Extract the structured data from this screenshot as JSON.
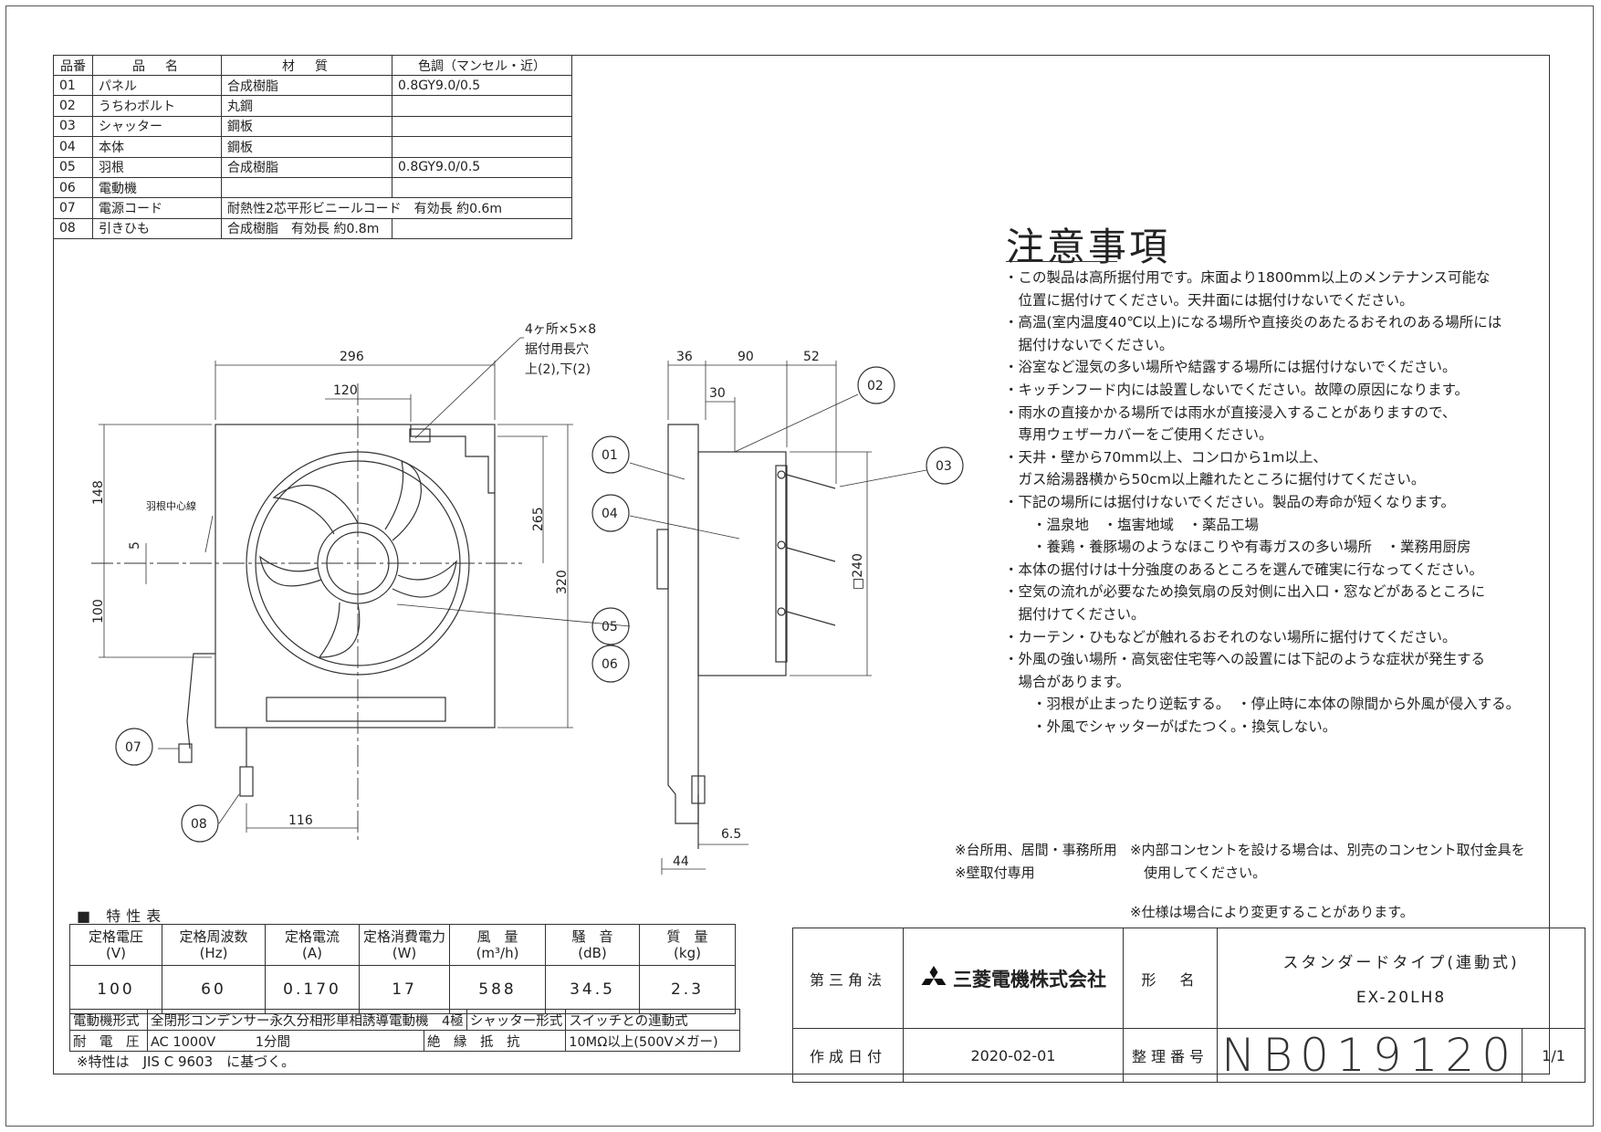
{
  "parts_table": {
    "headers": [
      "品番",
      "品　名",
      "材　質",
      "色調（マンセル・近）"
    ],
    "rows": [
      {
        "no": "01",
        "name": "パネル",
        "material": "合成樹脂",
        "color": "0.8GY9.0/0.5"
      },
      {
        "no": "02",
        "name": "うちわボルト",
        "material": "丸鋼",
        "color": ""
      },
      {
        "no": "03",
        "name": "シャッター",
        "material": "鋼板",
        "color": ""
      },
      {
        "no": "04",
        "name": "本体",
        "material": "鋼板",
        "color": ""
      },
      {
        "no": "05",
        "name": "羽根",
        "material": "合成樹脂",
        "color": "0.8GY9.0/0.5"
      },
      {
        "no": "06",
        "name": "電動機",
        "material": "",
        "color": ""
      },
      {
        "no": "07",
        "name": "電源コード",
        "material": "耐熱性2芯平形ビニールコード　有効長 約0.6m",
        "color": ""
      },
      {
        "no": "08",
        "name": "引きひも",
        "material": "合成樹脂　有効長 約0.8m",
        "color": ""
      }
    ]
  },
  "drawing": {
    "front": {
      "dim_width": "296",
      "dim_120": "120",
      "dim_148": "148",
      "dim_5": "5",
      "dim_100": "100",
      "dim_265": "265",
      "dim_320": "320",
      "dim_116": "116",
      "center_label": "羽根中心線",
      "slot_note_1": "4ヶ所×5×8",
      "slot_note_2": "据付用長穴",
      "slot_note_3": "上(2),下(2)"
    },
    "side": {
      "dim_36": "36",
      "dim_90": "90",
      "dim_52": "52",
      "dim_30": "30",
      "dim_240": "□240",
      "dim_6_5": "6.5",
      "dim_44": "44"
    },
    "callouts": [
      "01",
      "02",
      "03",
      "04",
      "05",
      "06",
      "07",
      "08"
    ]
  },
  "notes": {
    "title": "注意事項",
    "lines": [
      "・この製品は高所据付用です。床面より1800mm以上のメンテナンス可能な",
      "　位置に据付けてください。天井面には据付けないでください。",
      "・高温(室内温度40℃以上)になる場所や直接炎のあたるおそれのある場所には",
      "　据付けないでください。",
      "・浴室など湿気の多い場所や結露する場所には据付けないでください。",
      "・キッチンフード内には設置しないでください。故障の原因になります。",
      "・雨水の直接かかる場所では雨水が直接浸入することがありますので、",
      "　専用ウェザーカバーをご使用ください。",
      "・天井・壁から70mm以上、コンロから1m以上、",
      "　ガス給湯器横から50cm以上離れたところに据付けてください。",
      "・下記の場所には据付けないでください。製品の寿命が短くなります。",
      "　　・温泉地　・塩害地域　・薬品工場",
      "　　・養鶏・養豚場のようなほこりや有毒ガスの多い場所　・業務用厨房",
      "・本体の据付けは十分強度のあるところを選んで確実に行なってください。",
      "・空気の流れが必要なため換気扇の反対側に出入口・窓などがあるところに",
      "　据付けてください。",
      "・カーテン・ひもなどが触れるおそれのない場所に据付けてください。",
      "・外風の強い場所・高気密住宅等への設置には下記のような症状が発生する",
      "　場合があります。",
      "　　・羽根が止まったり逆転する。　・停止時に本体の隙間から外風が侵入する。",
      "　　・外風でシャッターがばたつく。・換気しない。"
    ]
  },
  "misc_notes": {
    "use_1": "※台所用、居間・事務所用",
    "use_2": "※壁取付専用",
    "outlet_1": "※内部コンセントを設ける場合は、別売のコンセント取付金具を",
    "outlet_2": "　使用してください。",
    "spec_change": "※仕様は場合により変更することがあります。"
  },
  "spec": {
    "title": "■ 特性表",
    "headers": [
      {
        "l1": "定格電圧",
        "l2": "(V)"
      },
      {
        "l1": "定格周波数",
        "l2": "(Hz)"
      },
      {
        "l1": "定格電流",
        "l2": "(A)"
      },
      {
        "l1": "定格消費電力",
        "l2": "(W)"
      },
      {
        "l1": "風　量",
        "l2": "(m³/h)"
      },
      {
        "l1": "騒　音",
        "l2": "(dB)"
      },
      {
        "l1": "質　量",
        "l2": "(kg)"
      }
    ],
    "values": [
      "100",
      "60",
      "0.170",
      "17",
      "588",
      "34.5",
      "2.3"
    ],
    "motor_label": "電動機形式",
    "motor_value": "全閉形コンデンサー永久分相形単相誘導電動機　4極",
    "shutter_label": "シャッター形式",
    "shutter_value": "スイッチとの連動式",
    "voltage_label": "耐　電　圧",
    "voltage_value": "AC 1000V　　　1分間",
    "insulation_label": "絶　縁　抵　抗",
    "insulation_value": "10MΩ以上(500Vメガー)",
    "footnote": "※特性は　JIS C 9603　に基づく。"
  },
  "title_block": {
    "projection": "第三角法",
    "company": "三菱電機株式会社",
    "model_label": "形　名",
    "product_type": "スタンダードタイプ(連動式)",
    "model_no": "EX-20LH8",
    "date_label": "作成日付",
    "date": "2020-02-01",
    "ref_label": "整理番号",
    "ref_no": "NB019120",
    "sheet": "1/1"
  }
}
